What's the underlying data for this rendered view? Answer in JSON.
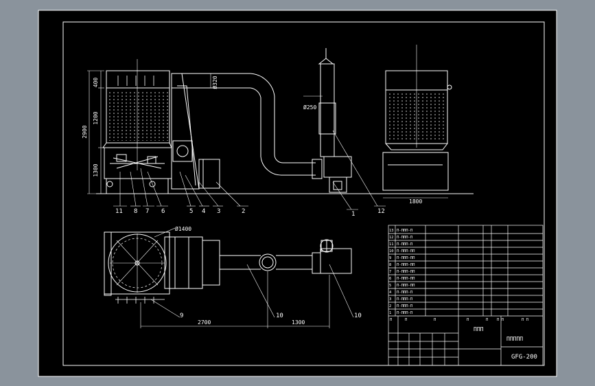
{
  "drawing": {
    "dimensions": {
      "top_height": "400",
      "mid_height": "1200",
      "low_height": "1300",
      "overall_height": "2900",
      "pipe_dia": "Ø320",
      "stack_dia": "Ø250",
      "width_right": "1800",
      "plan_dia": "Ø1400",
      "plan_len_a": "2700",
      "plan_len_b": "1300"
    },
    "balloons_elevation": [
      "11",
      "8",
      "7",
      "6",
      "5",
      "4",
      "3",
      "2",
      "1",
      "12"
    ],
    "balloons_plan": [
      "9",
      "10",
      "10"
    ],
    "title_block": {
      "drawing_number": "GFG-200",
      "product_name": "ППППП",
      "product_code": "ППП",
      "header_cols": [
        "П",
        "П",
        "П",
        "П",
        "П",
        "П П",
        "П П"
      ],
      "part_rows": [
        [
          "13",
          "П-ППП-П"
        ],
        [
          "12",
          "П-ППП-П"
        ],
        [
          "11",
          "П-ППП-П"
        ],
        [
          "10",
          "П-ППП-ПП"
        ],
        [
          "9",
          "П-ППП-ПП"
        ],
        [
          "8",
          "П-ППП-ПП"
        ],
        [
          "7",
          "П-ППП-ПП"
        ],
        [
          "6",
          "П-ППП-ПП"
        ],
        [
          "5",
          "П-ППП-ПП"
        ],
        [
          "4",
          "П-ППП-П"
        ],
        [
          "3",
          "П-ППП-П"
        ],
        [
          "2",
          "П-ППП-П"
        ],
        [
          "1",
          "П-ППП-П"
        ]
      ]
    }
  }
}
